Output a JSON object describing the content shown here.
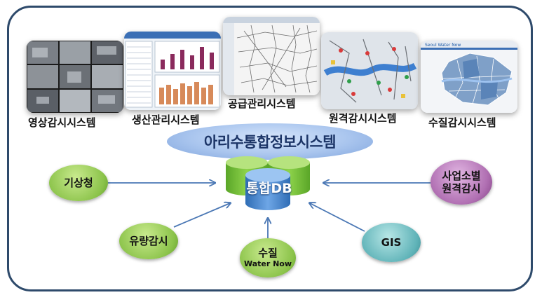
{
  "center": {
    "system_title": "아리수통합정보시스템",
    "db_label": "통합DB"
  },
  "systems": [
    {
      "label": "영상감시시스템",
      "thumbnail": "cctv-grid-screenshot"
    },
    {
      "label": "생산관리시스템",
      "thumbnail": "production-chart-screenshot"
    },
    {
      "label": "공급관리시스템",
      "thumbnail": "pipe-network-map-screenshot"
    },
    {
      "label": "원격감시시스템",
      "thumbnail": "remote-monitoring-map-screenshot"
    },
    {
      "label": "수질감시시스템",
      "thumbnail": "water-quality-map-screenshot",
      "caption": "Seoul Water Now"
    }
  ],
  "sources": [
    {
      "label": "기상청",
      "color": "#8bc34a"
    },
    {
      "label": "사업소별",
      "sub": "원격감시",
      "color": "#9c4f9e"
    },
    {
      "label": "유량감시",
      "color": "#8bc34a"
    },
    {
      "label": "수질",
      "sub": "Water Now",
      "color": "#8bc34a"
    },
    {
      "label": "GIS",
      "color": "#5fb3b8"
    }
  ],
  "colors": {
    "frame": "#2e4a6b",
    "arrow": "#4a77b4",
    "db_blue": "#4f8bd0",
    "db_green": "#7cc23a"
  }
}
